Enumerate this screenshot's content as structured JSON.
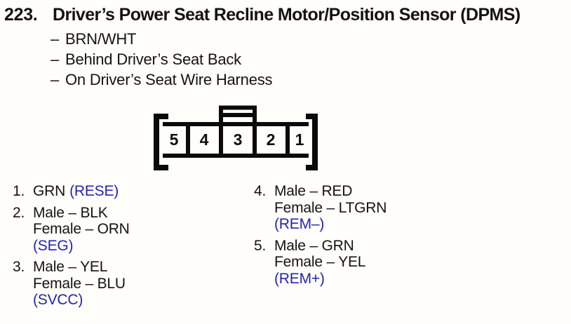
{
  "header": {
    "number": "223.",
    "title": "Driver’s Power Seat Recline Motor/Position Sensor (DPMS)",
    "dash": "–",
    "bullets": [
      "BRN/WHT",
      "Behind Driver’s Seat Back",
      "On Driver’s Seat Wire Harness"
    ]
  },
  "connector": {
    "pins": [
      "5",
      "4",
      "3",
      "2",
      "1"
    ]
  },
  "pin_assignments": {
    "left": [
      {
        "num": "1.",
        "label": "GRN",
        "signal": "(RESE)"
      },
      {
        "num": "2.",
        "male": "Male – BLK",
        "female": "Female – ORN",
        "signal": "(SEG)"
      },
      {
        "num": "3.",
        "male": "Male – YEL",
        "female": "Female – BLU",
        "signal": "(SVCC)"
      }
    ],
    "right": [
      {
        "num": "4.",
        "male": "Male – RED",
        "female": "Female – LTGRN",
        "signal": "(REM–)"
      },
      {
        "num": "5.",
        "male": "Male – GRN",
        "female": "Female – YEL",
        "signal": "(REM+)"
      }
    ]
  },
  "colors": {
    "signal_blue": "#2424ac",
    "ink": "#131313"
  }
}
